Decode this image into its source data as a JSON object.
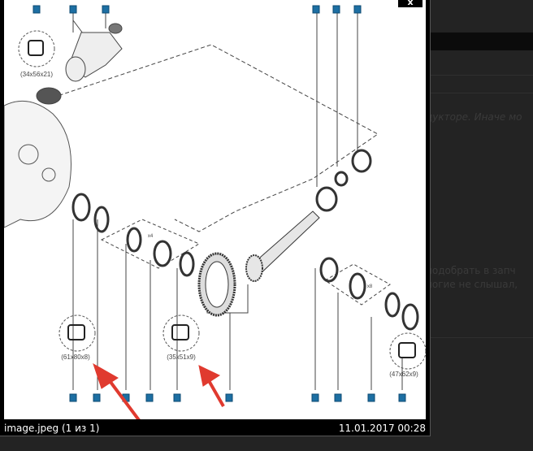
{
  "background": {
    "text_line_1": "дукторе. Иначе мо",
    "text_line_2": "подобрать в запч",
    "text_line_3": "ногие не слышал,"
  },
  "lightbox": {
    "close_label": "x",
    "caption_filename": "image.jpeg (1 из 1)",
    "caption_date": "11.01.2017 00:28"
  },
  "diagram": {
    "seal_labels": [
      "(34x56x21)",
      "(61x80x8)",
      "(35x51x9)",
      "(47x62x9)"
    ],
    "qty_labels": [
      "x4",
      "x8"
    ],
    "arrow_color": "#e03a2f",
    "marker_color": "#1d6fa3"
  }
}
